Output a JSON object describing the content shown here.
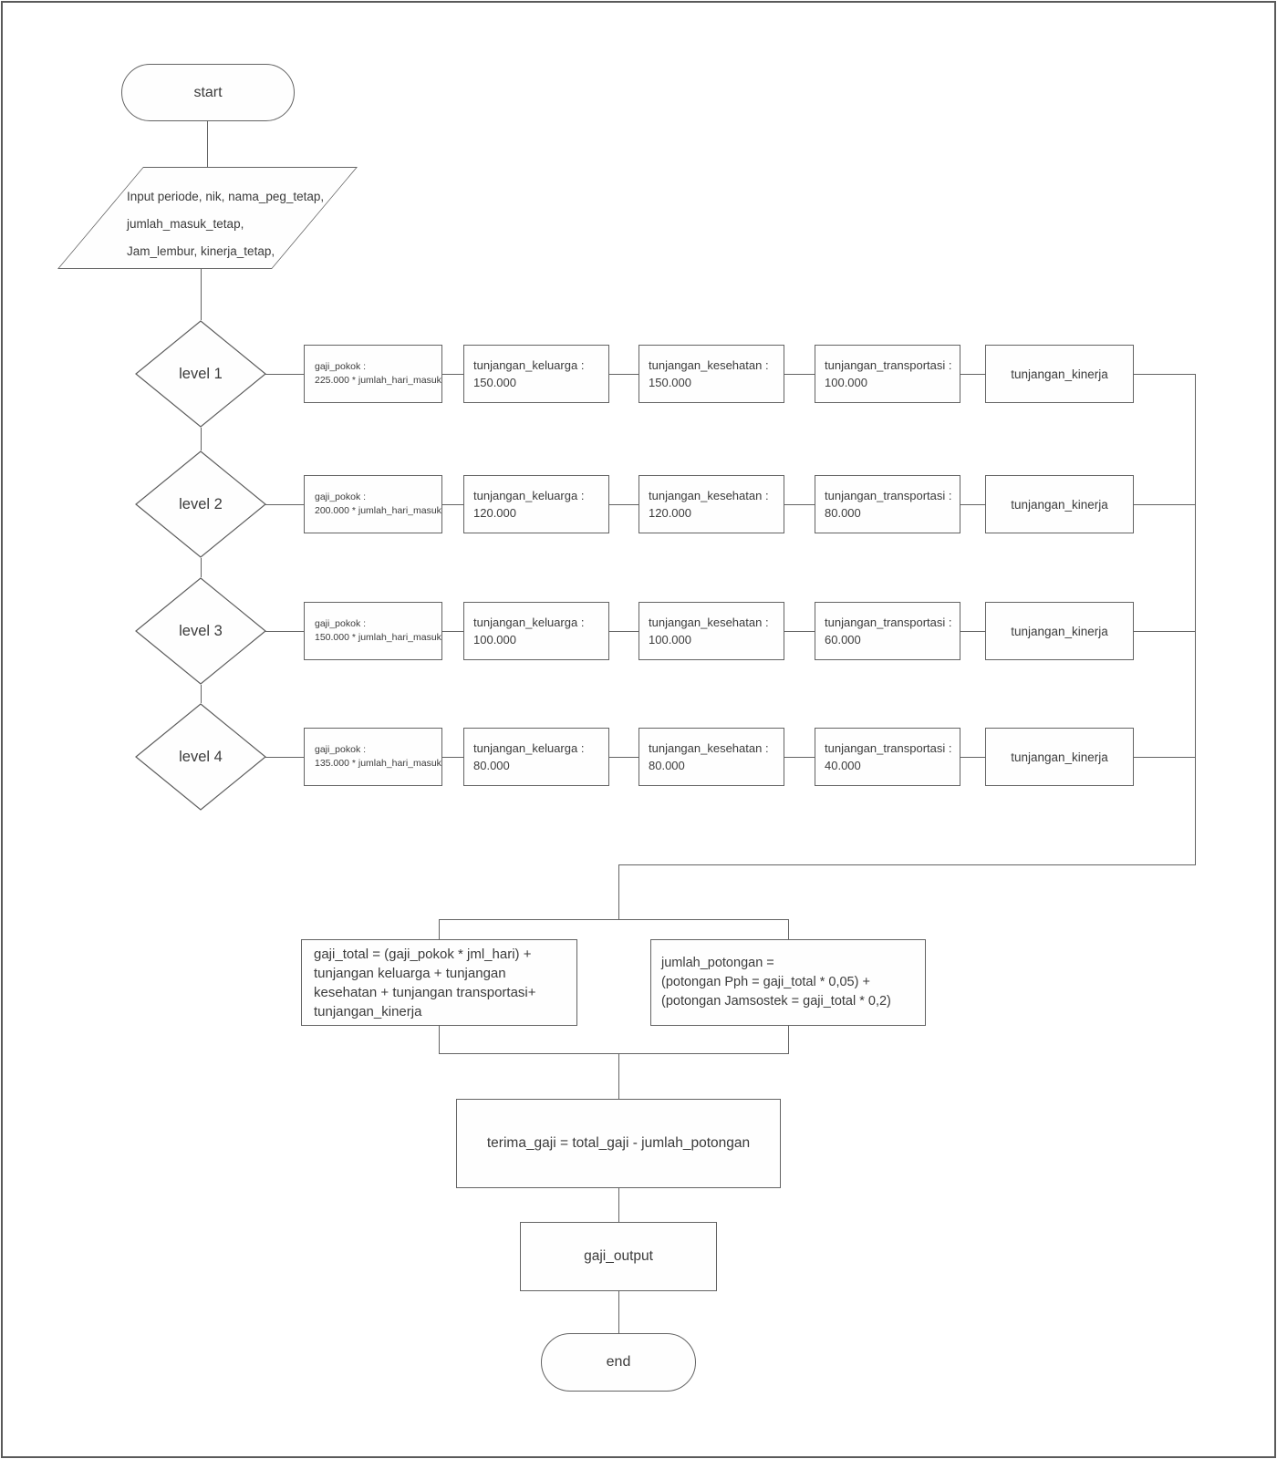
{
  "colors": {
    "stroke": "#636363",
    "text": "#3b3b3b",
    "background": "#ffffff"
  },
  "flowchart": {
    "start_label": "start",
    "input": {
      "line1": "Input periode, nik, nama_peg_tetap,",
      "line2": "jumlah_masuk_tetap,",
      "line3": "Jam_lembur, kinerja_tetap,"
    },
    "levels": [
      {
        "label": "level 1",
        "gaji_pokok_title": "gaji_pokok :",
        "gaji_pokok_formula": "225.000 * jumlah_hari_masuk",
        "keluarga_title": "tunjangan_keluarga :",
        "keluarga_value": "150.000",
        "kesehatan_title": "tunjangan_kesehatan :",
        "kesehatan_value": "150.000",
        "transportasi_title": "tunjangan_transportasi :",
        "transportasi_value": "100.000",
        "kinerja_label": "tunjangan_kinerja"
      },
      {
        "label": "level 2",
        "gaji_pokok_title": "gaji_pokok :",
        "gaji_pokok_formula": "200.000 * jumlah_hari_masuk",
        "keluarga_title": "tunjangan_keluarga :",
        "keluarga_value": "120.000",
        "kesehatan_title": "tunjangan_kesehatan :",
        "kesehatan_value": "120.000",
        "transportasi_title": "tunjangan_transportasi :",
        "transportasi_value": "80.000",
        "kinerja_label": "tunjangan_kinerja"
      },
      {
        "label": "level 3",
        "gaji_pokok_title": "gaji_pokok :",
        "gaji_pokok_formula": "150.000 * jumlah_hari_masuk",
        "keluarga_title": "tunjangan_keluarga :",
        "keluarga_value": "100.000",
        "kesehatan_title": "tunjangan_kesehatan :",
        "kesehatan_value": "100.000",
        "transportasi_title": "tunjangan_transportasi :",
        "transportasi_value": "60.000",
        "kinerja_label": "tunjangan_kinerja"
      },
      {
        "label": "level 4",
        "gaji_pokok_title": "gaji_pokok :",
        "gaji_pokok_formula": "135.000 * jumlah_hari_masuk",
        "keluarga_title": "tunjangan_keluarga :",
        "keluarga_value": "80.000",
        "kesehatan_title": "tunjangan_kesehatan :",
        "kesehatan_value": "80.000",
        "transportasi_title": "tunjangan_transportasi :",
        "transportasi_value": "40.000",
        "kinerja_label": "tunjangan_kinerja"
      }
    ],
    "gaji_total": {
      "line1": "gaji_total = (gaji_pokok * jml_hari) +",
      "line2": "tunjangan keluarga + tunjangan",
      "line3": "kesehatan + tunjangan transportasi+",
      "line4": "tunjangan_kinerja"
    },
    "jumlah_potongan": {
      "line1": "jumlah_potongan =",
      "line2": "(potongan Pph = gaji_total * 0,05) +",
      "line3": "(potongan Jamsostek = gaji_total * 0,2)"
    },
    "terima_gaji_label": "terima_gaji = total_gaji - jumlah_potongan",
    "gaji_output_label": "gaji_output",
    "end_label": "end"
  }
}
